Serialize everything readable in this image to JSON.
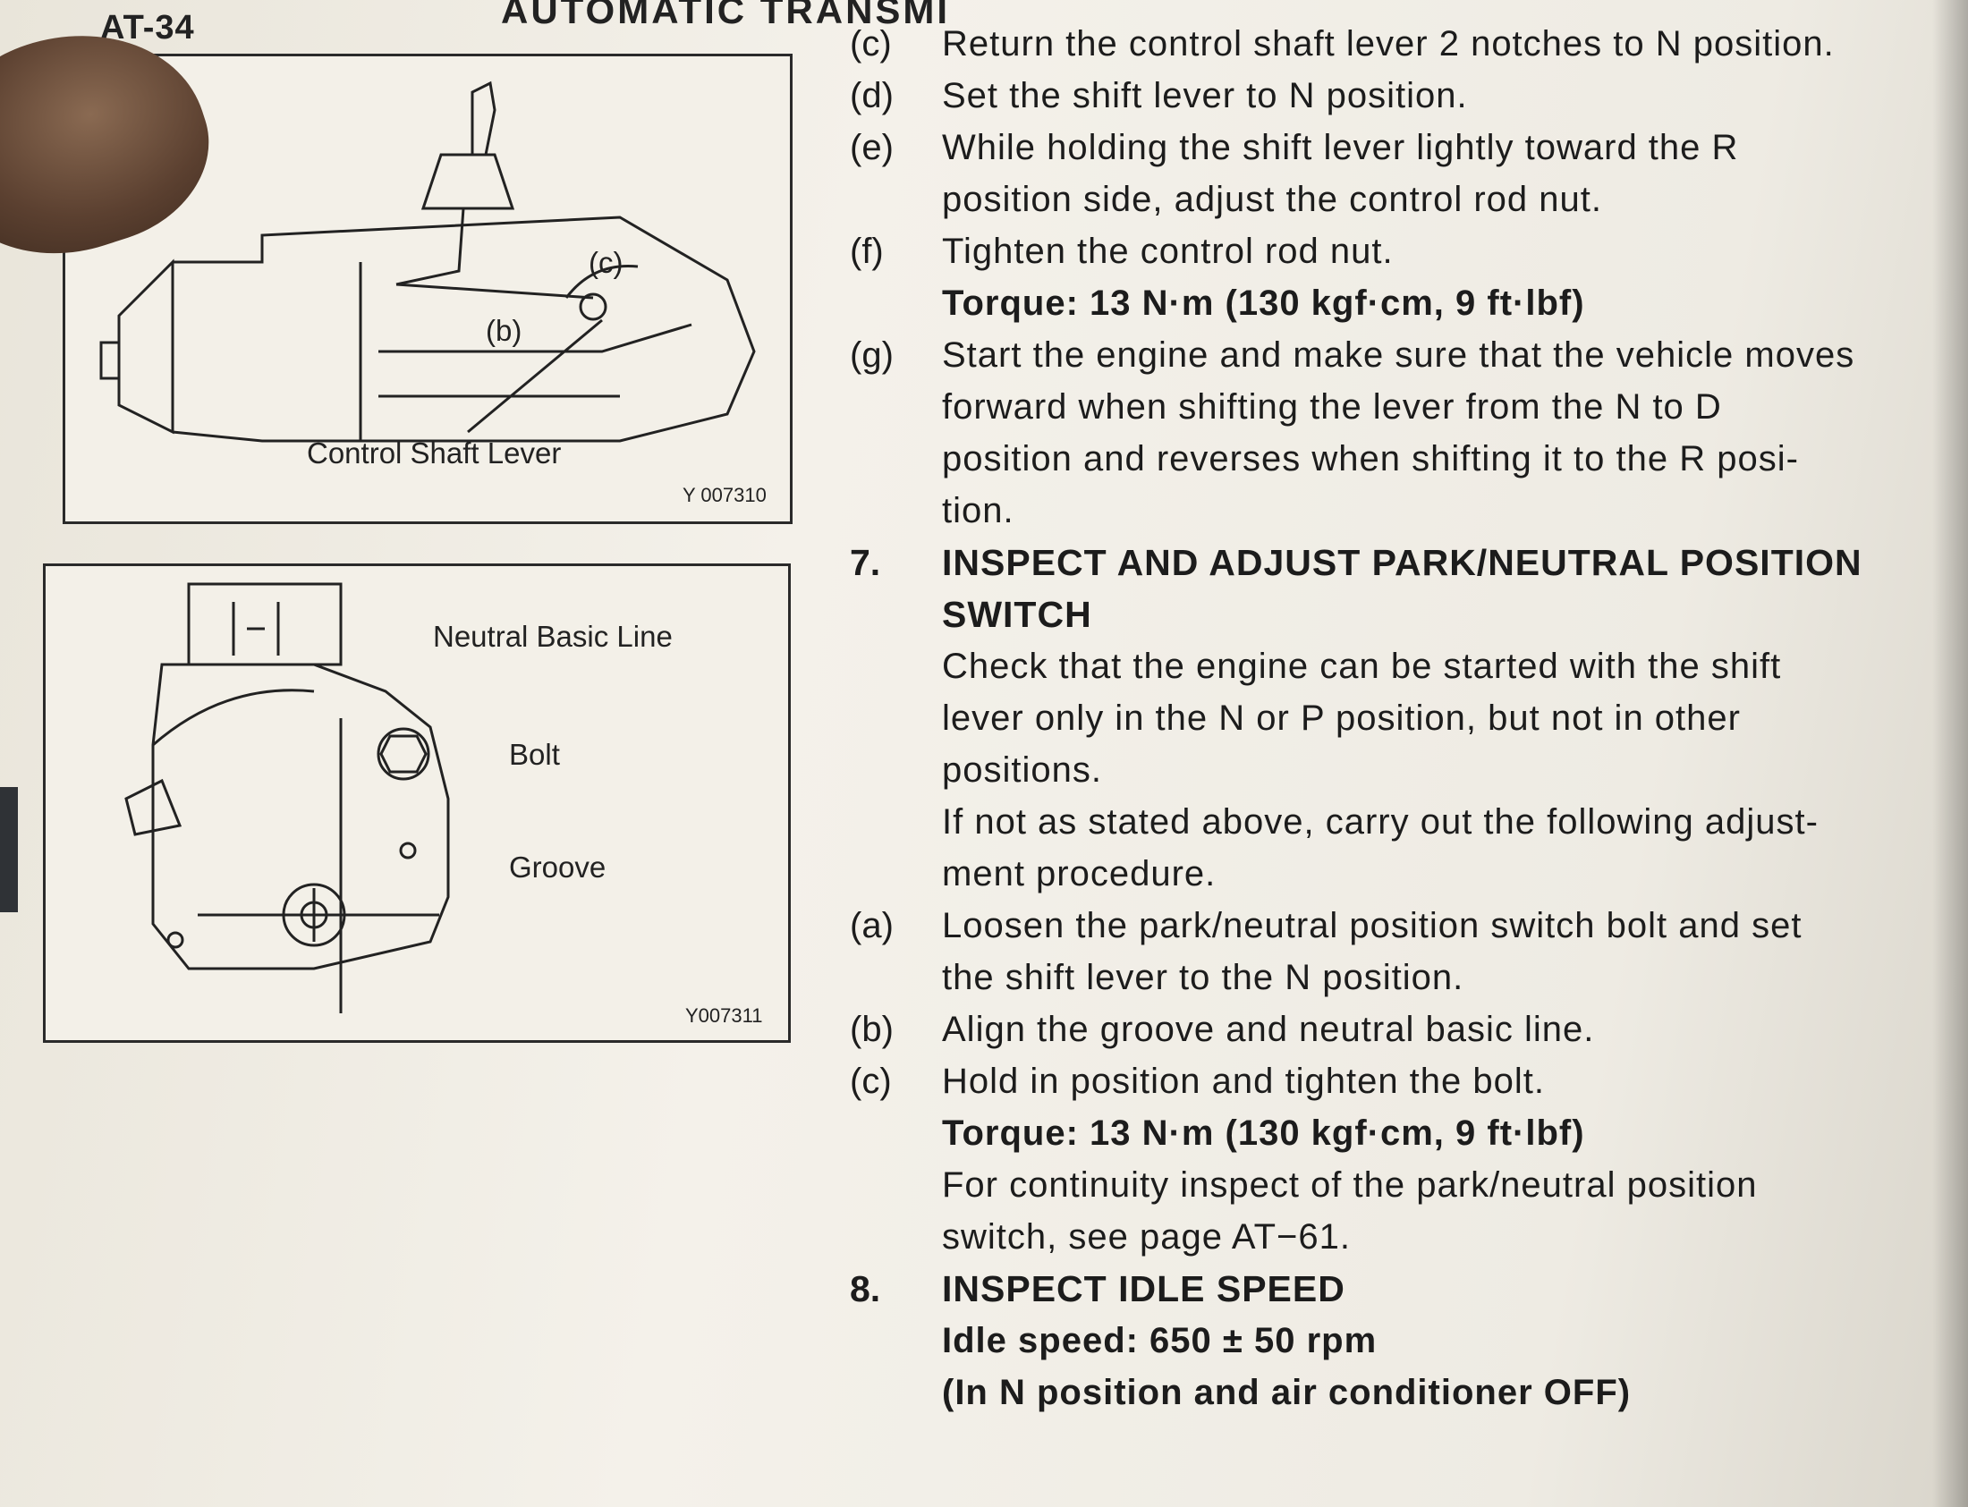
{
  "header": {
    "page_code": "AT-34",
    "section_title": "AUTOMATIC TRANSMI"
  },
  "figure1": {
    "label_c": "(c)",
    "label_b": "(b)",
    "caption": "Control Shaft Lever",
    "code": "Y 007310"
  },
  "figure2": {
    "neutral_line": "Neutral Basic Line",
    "bolt": "Bolt",
    "groove": "Groove",
    "code": "Y007311"
  },
  "lines": [
    {
      "label": "(c)",
      "text": "Return the control shaft lever 2 notches to N position.",
      "style": "normal"
    },
    {
      "label": "(d)",
      "text": "Set the shift lever to N position.",
      "style": "normal"
    },
    {
      "label": "(e)",
      "text": "While holding the shift lever lightly toward the R",
      "style": "normal"
    },
    {
      "label": "",
      "text": "position side, adjust the control rod nut.",
      "style": "normal"
    },
    {
      "label": "(f)",
      "text": "Tighten the control rod nut.",
      "style": "normal"
    },
    {
      "label": "",
      "text": "Torque: 13 N·m (130 kgf·cm, 9 ft·lbf)",
      "style": "bold"
    },
    {
      "label": "(g)",
      "text": "Start the engine and make sure that the vehicle moves",
      "style": "normal"
    },
    {
      "label": "",
      "text": "forward when shifting the lever from the N to D",
      "style": "normal"
    },
    {
      "label": "",
      "text": "position and reverses when shifting it to the R posi-",
      "style": "normal"
    },
    {
      "label": "",
      "text": "tion.",
      "style": "normal"
    },
    {
      "label": "7.",
      "text": "INSPECT AND ADJUST PARK/NEUTRAL POSITION",
      "style": "head"
    },
    {
      "label": "",
      "text": "SWITCH",
      "style": "head"
    },
    {
      "label": "",
      "text": "Check that the engine can be started with the shift",
      "style": "normal"
    },
    {
      "label": "",
      "text": "lever only in the N or P position, but not in other",
      "style": "normal"
    },
    {
      "label": "",
      "text": "positions.",
      "style": "normal"
    },
    {
      "label": "",
      "text": "If not as stated above, carry out the following adjust-",
      "style": "normal"
    },
    {
      "label": "",
      "text": "ment procedure.",
      "style": "normal"
    },
    {
      "label": "(a)",
      "text": "Loosen the park/neutral position switch bolt and set",
      "style": "normal"
    },
    {
      "label": "",
      "text": "the shift lever to the N position.",
      "style": "normal"
    },
    {
      "label": "(b)",
      "text": "Align the groove and neutral basic line.",
      "style": "normal"
    },
    {
      "label": "(c)",
      "text": "Hold in position and tighten the bolt.",
      "style": "normal"
    },
    {
      "label": "",
      "text": "Torque: 13 N·m (130 kgf·cm, 9 ft·lbf)",
      "style": "bold"
    },
    {
      "label": "",
      "text": "For continuity inspect of the park/neutral position",
      "style": "normal"
    },
    {
      "label": "",
      "text": "switch, see page AT−61.",
      "style": "normal"
    },
    {
      "label": "8.",
      "text": "INSPECT IDLE SPEED",
      "style": "head"
    },
    {
      "label": "",
      "text": "Idle speed: 650 ± 50 rpm",
      "style": "bold"
    },
    {
      "label": "",
      "text": "    (In N position and air conditioner OFF)",
      "style": "bold"
    }
  ]
}
